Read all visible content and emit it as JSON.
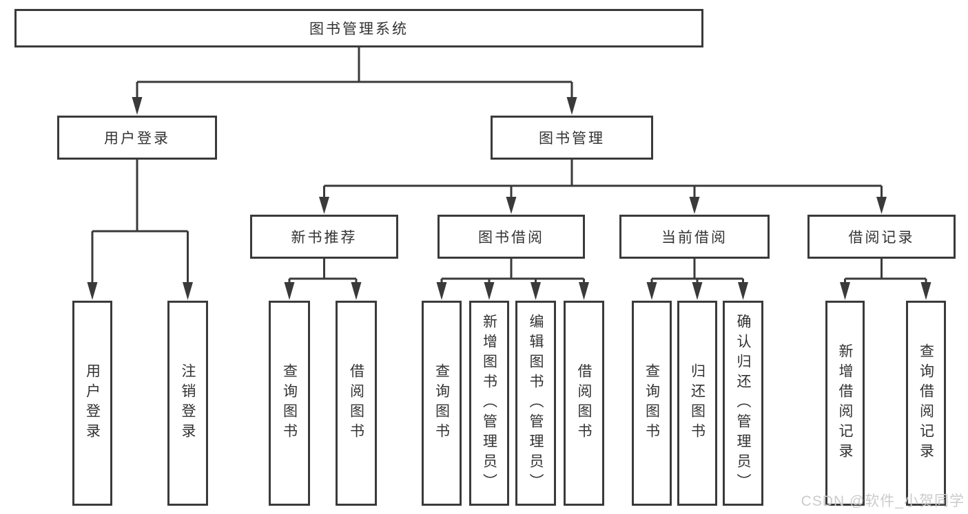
{
  "watermark": "CSDN @软件_小贺同学",
  "colors": {
    "line": "#3a3a3a",
    "text": "#333333",
    "box_bg": "#ffffff",
    "background": "#ffffff",
    "watermark": "#cbcbcb"
  },
  "tree": {
    "root": {
      "label": "图书管理系统",
      "children": [
        {
          "label": "用户登录",
          "children": [
            {
              "label": "用户登录"
            },
            {
              "label": "注销登录"
            }
          ]
        },
        {
          "label": "图书管理",
          "children": [
            {
              "label": "新书推荐",
              "children": [
                {
                  "label": "查询图书"
                },
                {
                  "label": "借阅图书"
                }
              ]
            },
            {
              "label": "图书借阅",
              "children": [
                {
                  "label": "查询图书"
                },
                {
                  "label": "新增图书（管理员）"
                },
                {
                  "label": "编辑图书（管理员）"
                },
                {
                  "label": "借阅图书"
                }
              ]
            },
            {
              "label": "当前借阅",
              "children": [
                {
                  "label": "查询图书"
                },
                {
                  "label": "归还图书"
                },
                {
                  "label": "确认归还（管理员）"
                }
              ]
            },
            {
              "label": "借阅记录",
              "children": [
                {
                  "label": "新增借阅记录"
                },
                {
                  "label": "查询借阅记录"
                }
              ]
            }
          ]
        }
      ]
    }
  }
}
